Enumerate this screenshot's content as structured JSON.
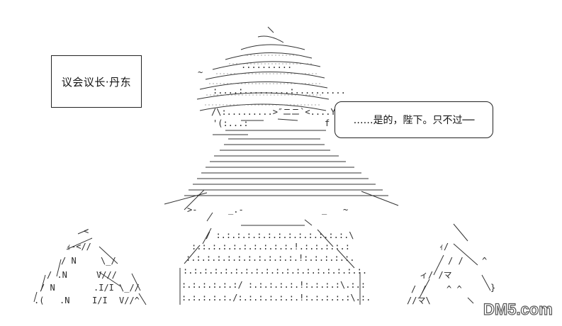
{
  "title_box": {
    "label": "议会议长·丹东"
  },
  "speech_bubble": {
    "text": "……是的，陛下。只不过──"
  },
  "watermark": {
    "text": "DM5.com"
  },
  "colors": {
    "background": "#ffffff",
    "ink": "#222222",
    "watermark_ink": "#555555"
  }
}
